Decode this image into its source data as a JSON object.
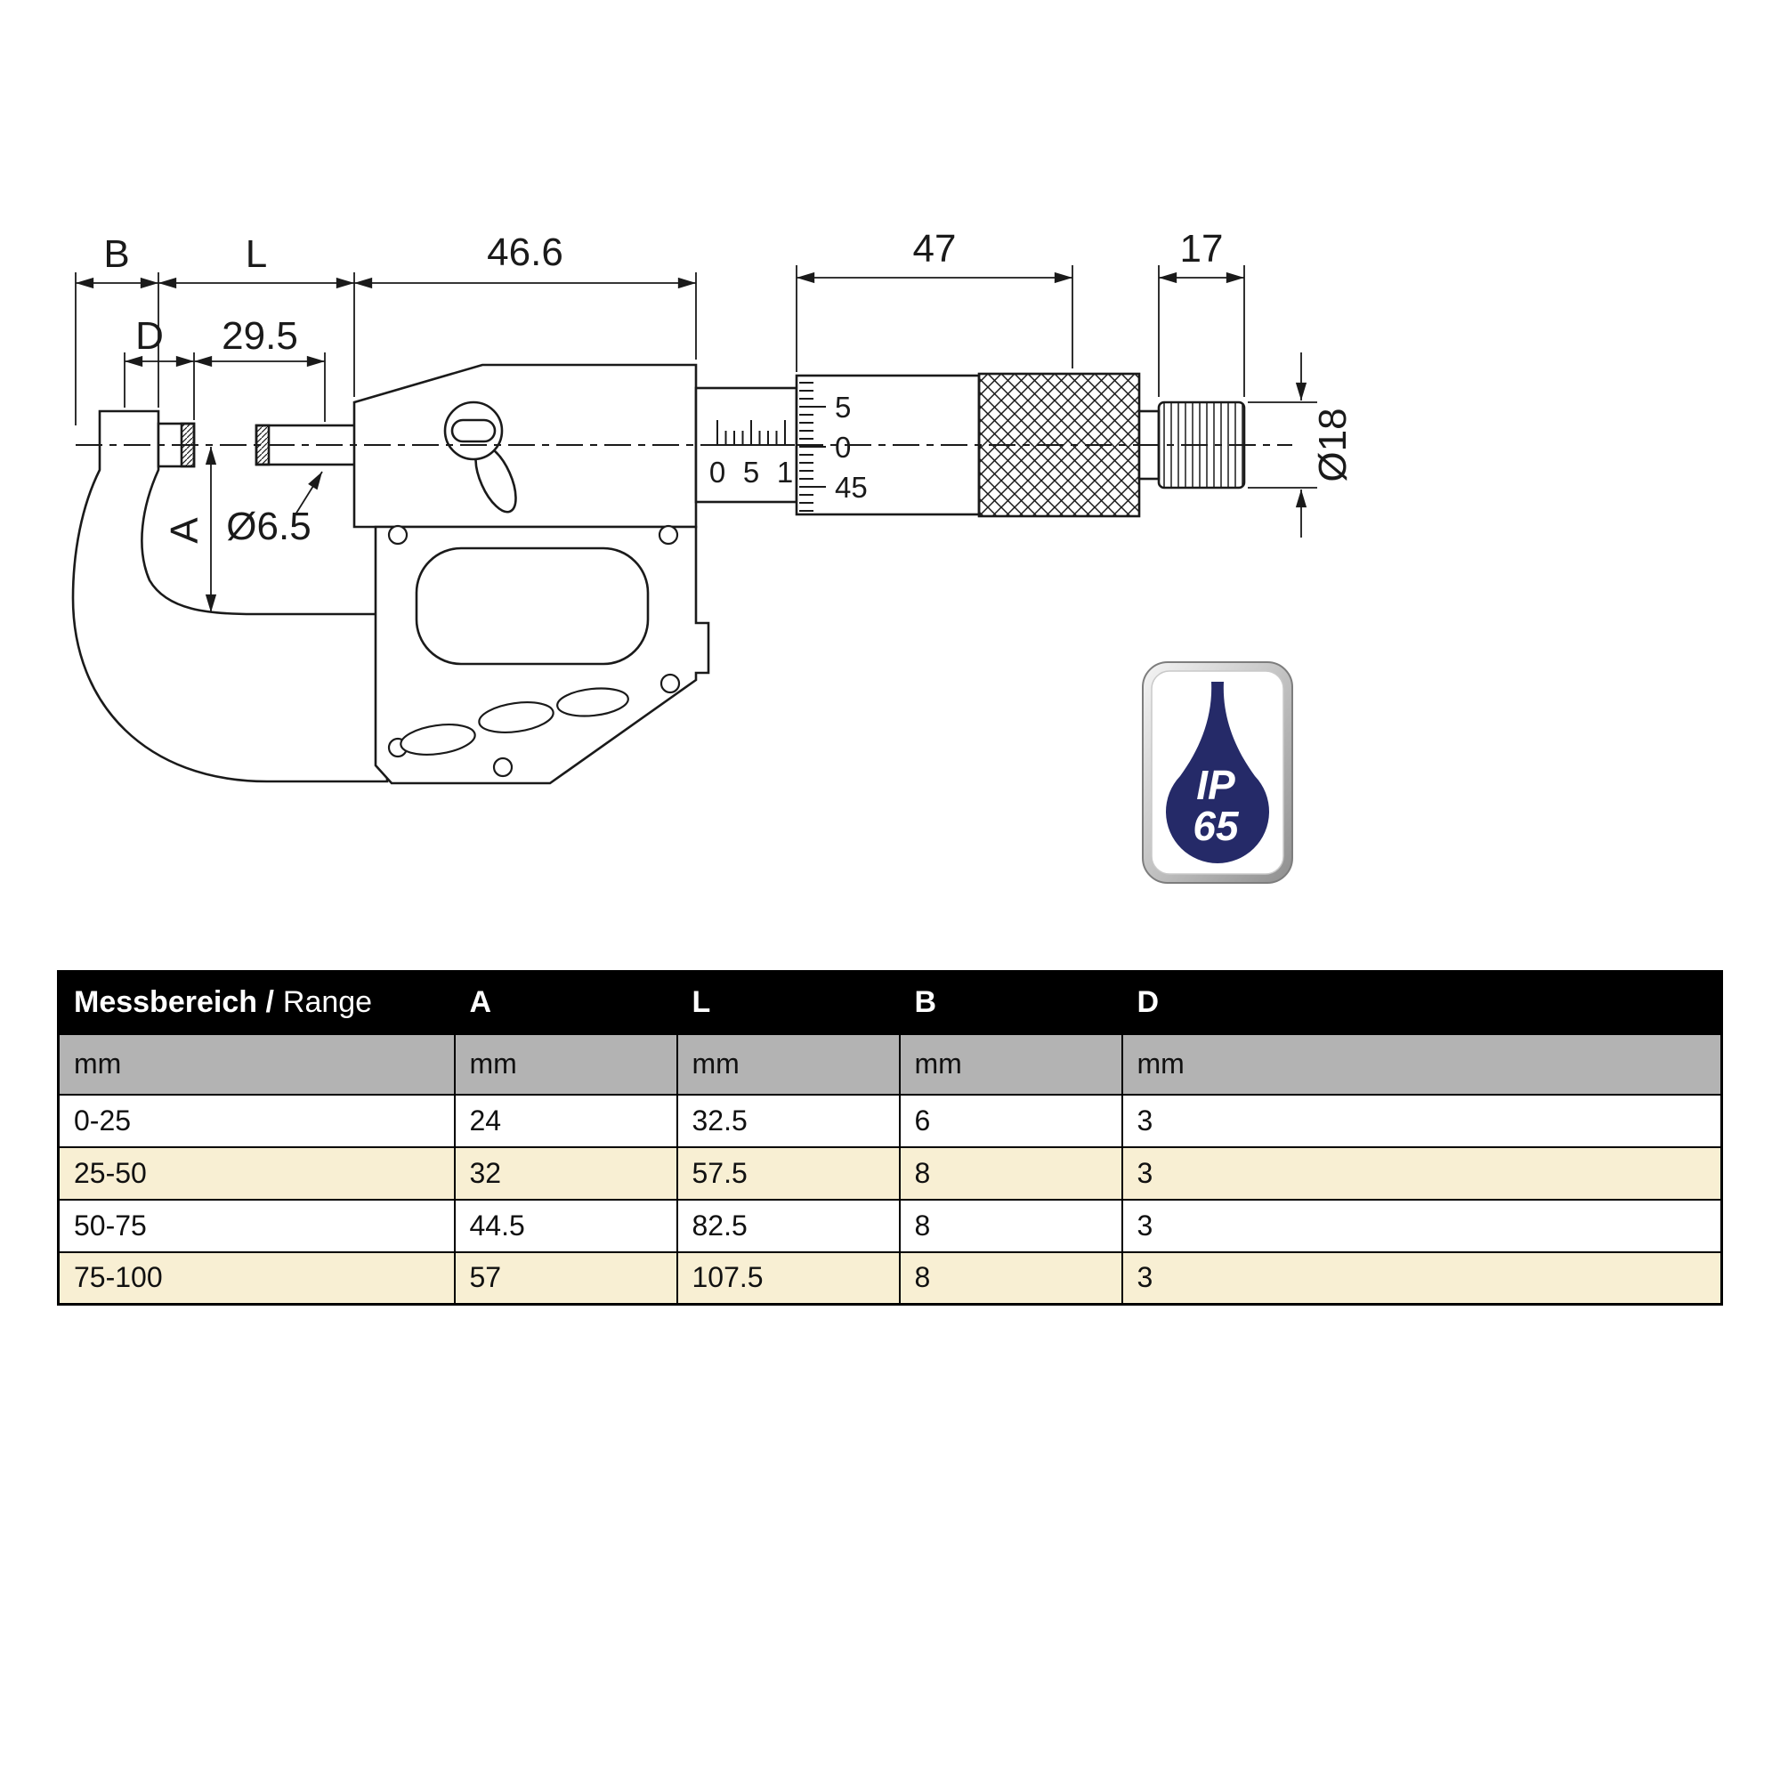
{
  "drawing": {
    "dims": {
      "b": "B",
      "l": "L",
      "body_length": "46.6",
      "thimble_length": "47",
      "ratchet_length": "17",
      "d": "D",
      "spindle_length": "29.5",
      "a": "A",
      "spindle_diameter": "Ø6.5",
      "ratchet_diameter": "Ø18"
    },
    "sleeve_scale": {
      "n0": "0",
      "n5": "5",
      "n1": "1"
    },
    "thimble_scale": {
      "t5": "5",
      "t0": "0",
      "t45": "45"
    }
  },
  "badge": {
    "line1": "IP",
    "line2": "65",
    "drop_color": "#252a68"
  },
  "table": {
    "header": {
      "range_bold": "Messbereich /",
      "range_regular": "Range",
      "a": "A",
      "l": "L",
      "b": "B",
      "d": "D"
    },
    "units": {
      "range": "mm",
      "a": "mm",
      "l": "mm",
      "b": "mm",
      "d": "mm"
    },
    "rows": [
      {
        "range": "0-25",
        "a": "24",
        "l": "32.5",
        "b": "6",
        "d": "3"
      },
      {
        "range": "25-50",
        "a": "32",
        "l": "57.5",
        "b": "8",
        "d": "3"
      },
      {
        "range": "50-75",
        "a": "44.5",
        "l": "82.5",
        "b": "8",
        "d": "3"
      },
      {
        "range": "75-100",
        "a": "57",
        "l": "107.5",
        "b": "8",
        "d": "3"
      }
    ],
    "colors": {
      "header_bg": "#000000",
      "header_text": "#ffffff",
      "units_bg": "#b3b3b3",
      "row_bg": "#ffffff",
      "row_alt_bg": "#f8efd3"
    }
  }
}
